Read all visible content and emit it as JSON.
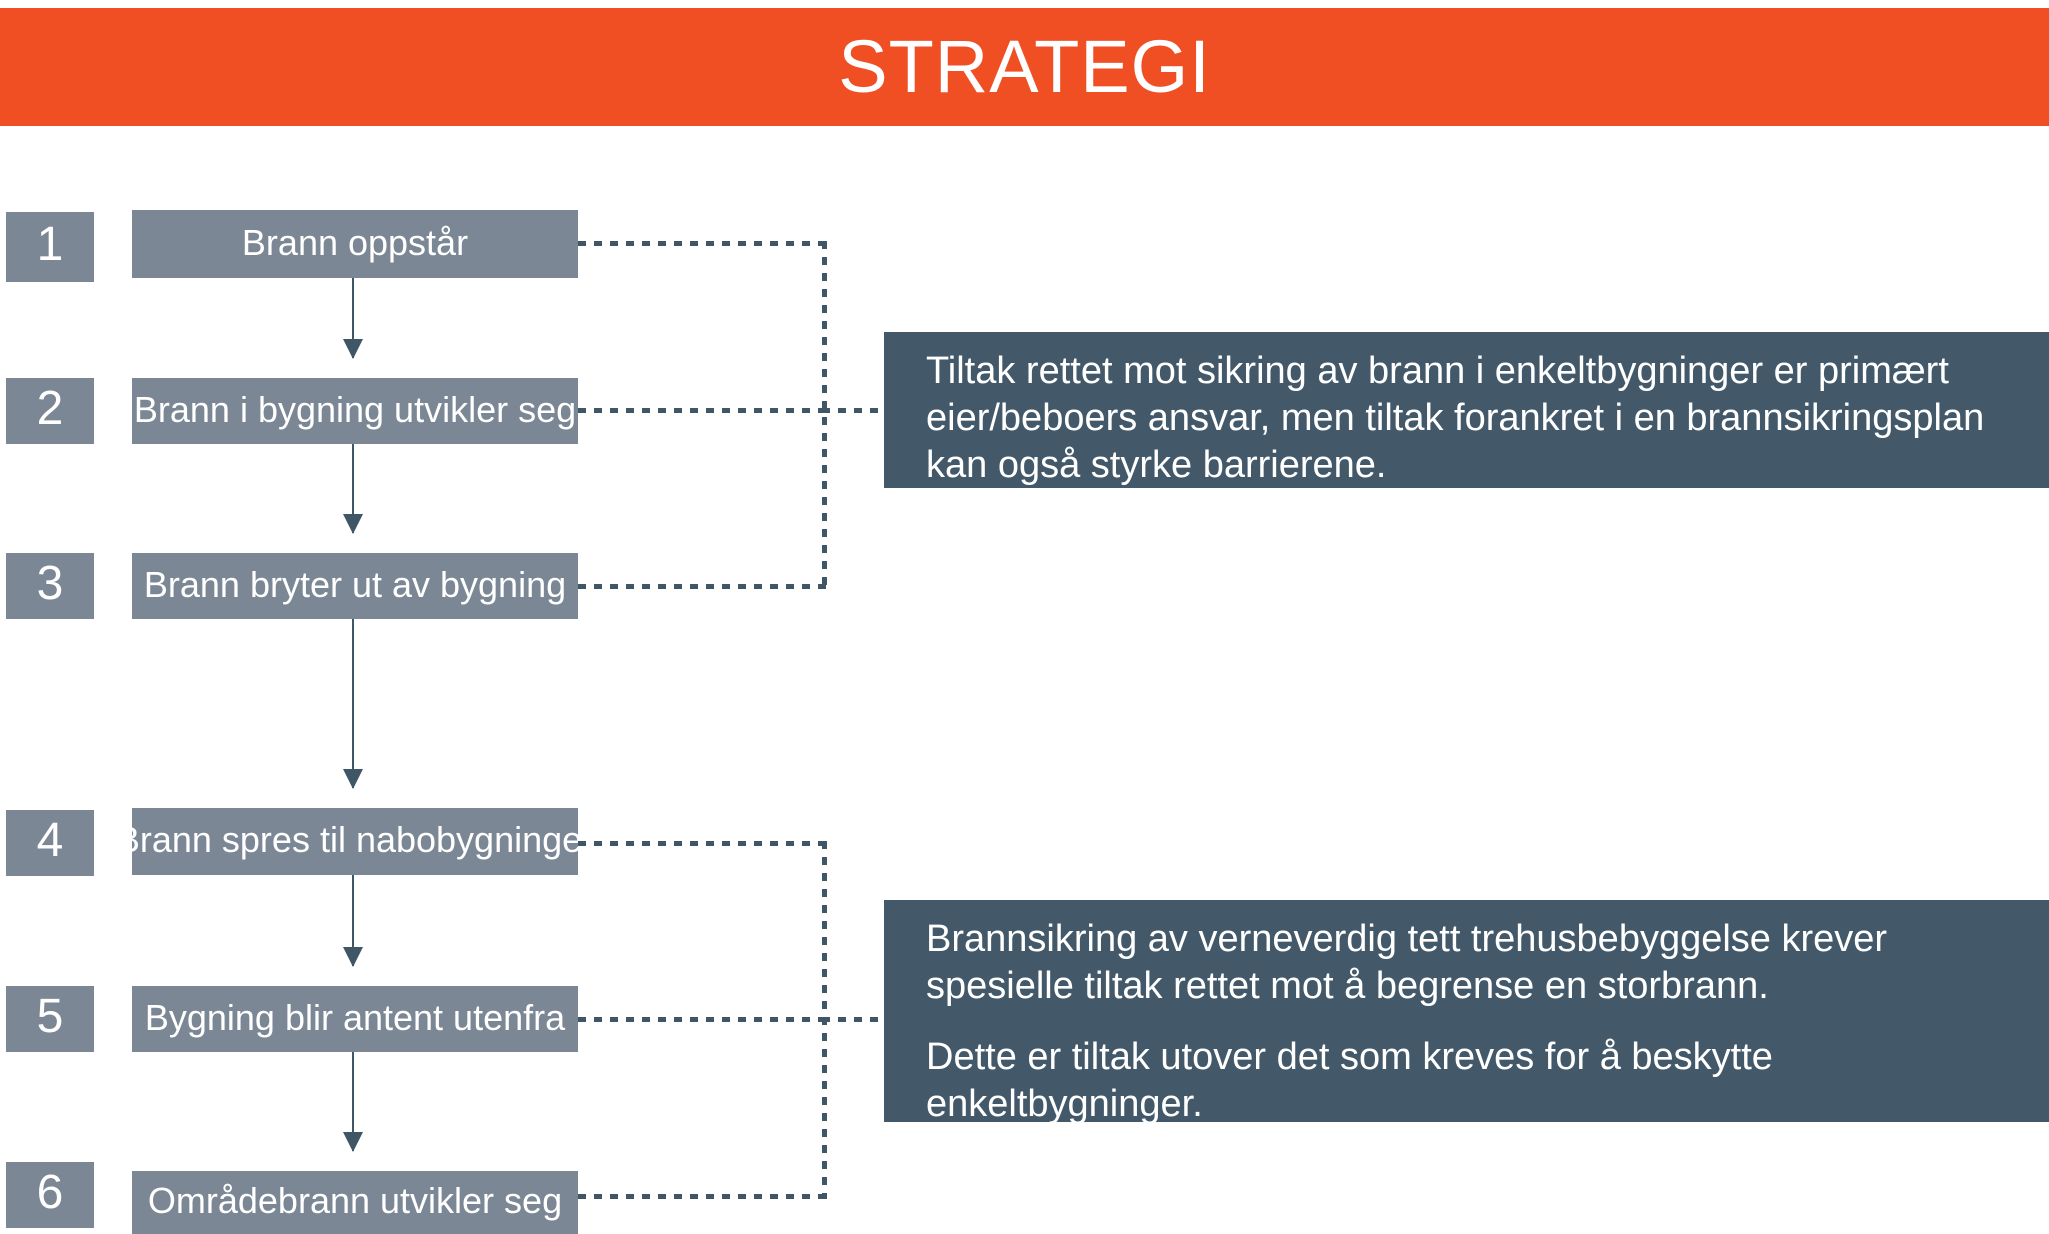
{
  "header": {
    "title": "STRATEGI",
    "background_color": "#F04E23",
    "text_color": "#ffffff"
  },
  "colors": {
    "step_box": "#7B8794",
    "info_panel": "#43596A",
    "connector": "#3F5667",
    "page_background": "#ffffff"
  },
  "flow": {
    "steps": [
      {
        "number": "1",
        "label": "Brann oppstår"
      },
      {
        "number": "2",
        "label": "Brann i bygning utvikler seg"
      },
      {
        "number": "3",
        "label": "Brann bryter ut av bygning"
      },
      {
        "number": "4",
        "label": "Brann spres til nabobygninger"
      },
      {
        "number": "5",
        "label": "Bygning blir antent utenfra"
      },
      {
        "number": "6",
        "label": "Områdebrann utvikler seg"
      }
    ]
  },
  "panels": [
    {
      "id": "panel-upper",
      "linked_steps": [
        "1",
        "2",
        "3"
      ],
      "paragraphs": [
        "Tiltak rettet mot sikring av brann i enkeltbygninger er primært eier/beboers ansvar, men tiltak forankret i en brannsikringsplan kan også styrke barrierene."
      ]
    },
    {
      "id": "panel-lower",
      "linked_steps": [
        "4",
        "5",
        "6"
      ],
      "paragraphs": [
        "Brannsikring av verneverdig tett trehusbebyggelse krever spesielle tiltak rettet mot å begrense en storbrann.",
        "Dette er tiltak utover det som kreves for å beskytte enkeltbygninger."
      ]
    }
  ]
}
